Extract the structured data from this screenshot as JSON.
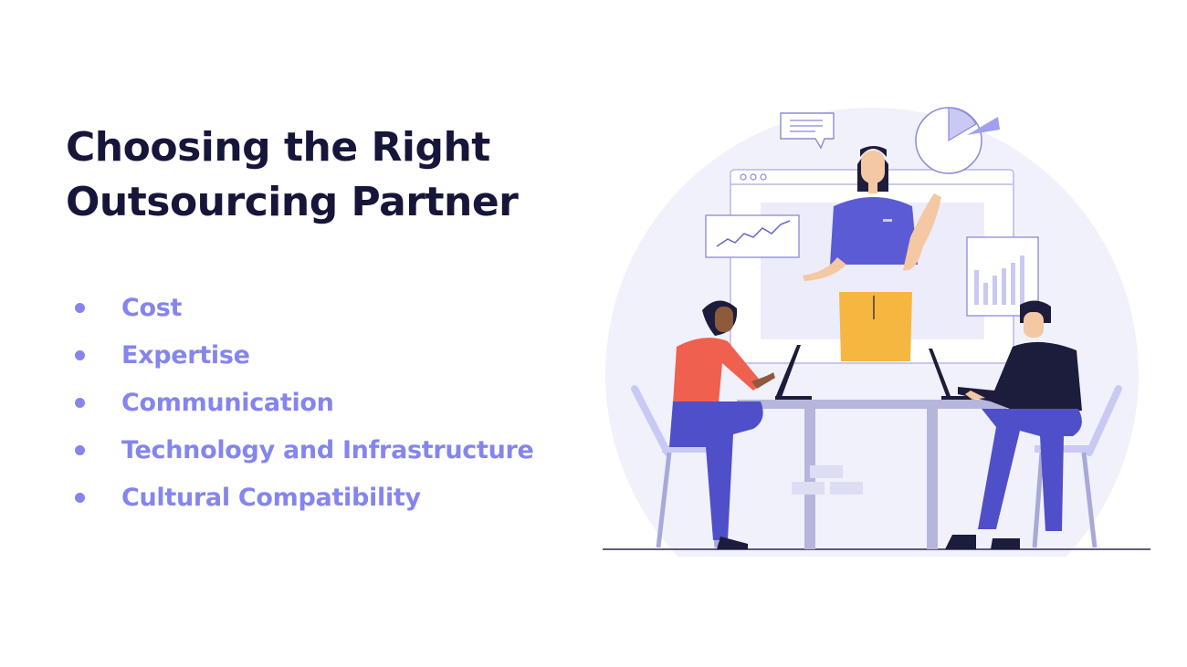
{
  "slide": {
    "title_line1": "Choosing the Right",
    "title_line2": "Outsourcing Partner",
    "bullets": [
      {
        "label": "Cost"
      },
      {
        "label": "Expertise"
      },
      {
        "label": "Communication"
      },
      {
        "label": "Technology and Infrastructure"
      },
      {
        "label": "Cultural Compatibility"
      }
    ],
    "illustration": {
      "description_icon": "team-meeting-illustration",
      "colors": {
        "accent": "#8585ee",
        "title": "#16163a",
        "shirt_presenter": "#5b5bd6",
        "skirt_presenter": "#f5b740",
        "shirt_left": "#f0604f",
        "pants": "#4f4fc9",
        "dark": "#1c1c3c",
        "background_circle": "#f1f1fb"
      }
    }
  }
}
